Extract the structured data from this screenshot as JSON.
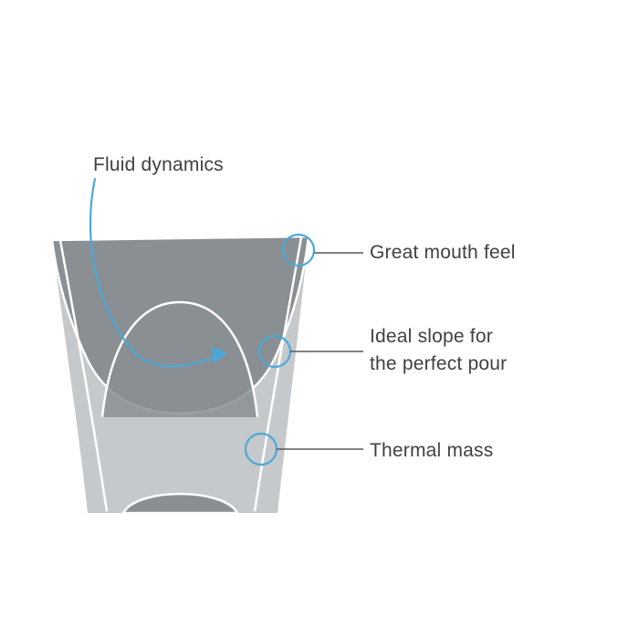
{
  "diagram": {
    "colors": {
      "accent_blue": "#4AA8D9",
      "glass_dark": "#8A8F93",
      "glass_light": "#C6C9CB",
      "outline_white": "#FFFFFF",
      "text": "#414042",
      "connector_gray": "#58585A",
      "background": "#FFFFFF"
    },
    "callouts": [
      {
        "id": "fluid-dynamics",
        "label": "Fluid dynamics"
      },
      {
        "id": "great-mouth-feel",
        "label": "Great mouth feel"
      },
      {
        "id": "ideal-slope",
        "label_line1": "Ideal slope for",
        "label_line2": "the perfect pour"
      },
      {
        "id": "thermal-mass",
        "label": "Thermal mass"
      }
    ]
  }
}
